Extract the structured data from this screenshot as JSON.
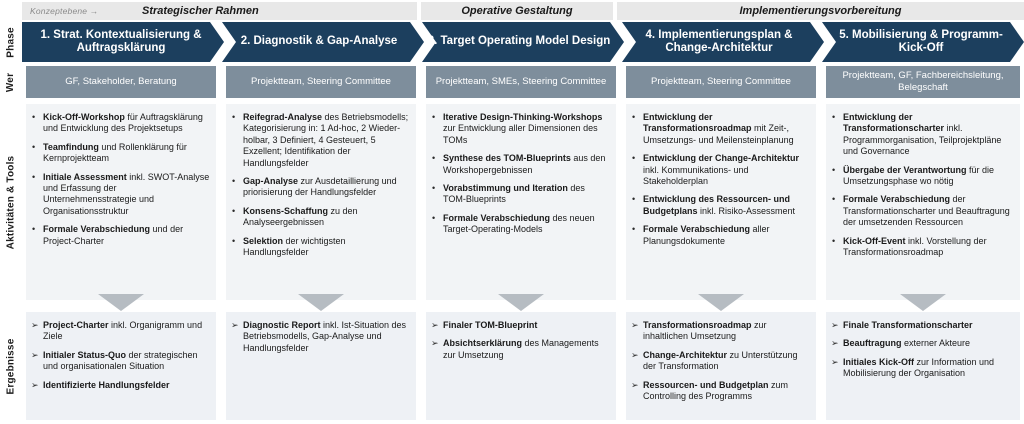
{
  "meta": {
    "konzeptebene_label": "Konzeptebene →",
    "colors": {
      "phase_navy": "#1c3f5e",
      "wer_gray": "#7e8e9c",
      "band_gray": "#e8e8e8",
      "activity_bg": "#f2f4f6",
      "result_bg": "#eef1f5",
      "arrow_gray": "#b6bcc2"
    }
  },
  "row_labels": [
    {
      "name": "phase",
      "label": "Phase"
    },
    {
      "name": "wer",
      "label": "Wer"
    },
    {
      "name": "aktivitaeten",
      "label": "Aktivitäten & Tools"
    },
    {
      "name": "ergebnisse",
      "label": "Ergebnisse"
    }
  ],
  "bands": [
    {
      "label": "Strategischer Rahmen"
    },
    {
      "label": "Operative Gestaltung"
    },
    {
      "label": "Implementierungsvorbereitung"
    }
  ],
  "phases": [
    {
      "title": "1. Strat. Kontextualisierung & Auftragsklärung",
      "wer": "GF, Stakeholder, Beratung",
      "activities": [
        {
          "bold": "Kick-Off-Workshop",
          "rest": " für Auftragsklärung und Entwicklung des Projektsetups"
        },
        {
          "bold": "Teamfindung",
          "rest": " und Rollenklärung für Kernprojektteam"
        },
        {
          "bold": "Initiale Assessment",
          "rest": "  inkl. SWOT-Analyse und Erfassung der Unternehmensstrategie und Organisationsstruktur"
        },
        {
          "bold": "Formale Verabschiedung",
          "rest": " und der Project-Charter"
        }
      ],
      "results": [
        {
          "bold": "Project-Charter",
          "rest": " inkl. Organigramm und Ziele"
        },
        {
          "bold": "Initialer Status-Quo",
          "rest": " der strategischen und organisationalen Situation"
        },
        {
          "bold": "Identifizierte Handlungsfelder",
          "rest": ""
        }
      ]
    },
    {
      "title": "2. Diagnostik & Gap-Analyse",
      "wer": "Projektteam, Steering Committee",
      "activities": [
        {
          "bold": "Reifegrad-Analyse",
          "rest": " des Betriebsmodells; Kategorisierung in: 1 Ad-hoc,  2 Wieder-holbar, 3 Definiert, 4 Gesteuert, 5 Exzellent; Identifikation der Handlungsfelder"
        },
        {
          "bold": "Gap-Analyse",
          "rest": " zur Ausdetaillierung und priorisierung der Handlungsfelder"
        },
        {
          "bold": "Konsens-Schaffung",
          "rest": " zu den Analyseergebnissen"
        },
        {
          "bold": "Selektion",
          "rest": " der wichtigsten Handlungsfelder"
        }
      ],
      "results": [
        {
          "bold": "Diagnostic Report",
          "rest": " inkl. Ist-Situation des Betriebsmodells, Gap-Analyse und Handlungsfelder"
        }
      ]
    },
    {
      "title": "3. Target Operating Model Design",
      "wer": "Projektteam, SMEs, Steering Committee",
      "activities": [
        {
          "bold": "Iterative Design-Thinking-Workshops",
          "rest": " zur Entwicklung aller Dimensionen des TOMs"
        },
        {
          "bold": "Synthese des TOM-Blueprints",
          "rest": " aus den Workshopergebnissen"
        },
        {
          "bold": "Vorabstimmung und Iteration",
          "rest": " des TOM-Blueprints"
        },
        {
          "bold": "Formale Verabschiedung",
          "rest": " des neuen Target-Operating-Models"
        }
      ],
      "results": [
        {
          "bold": "Finaler TOM-Blueprint",
          "rest": ""
        },
        {
          "bold": "Absichtserklärung",
          "rest": " des Managements zur Umsetzung"
        }
      ]
    },
    {
      "title": "4. Implementierungsplan & Change-Architektur",
      "wer": "Projektteam, Steering Committee",
      "activities": [
        {
          "bold": "Entwicklung der Transformationsroadmap",
          "rest": " mit Zeit-, Umsetzungs- und Meilensteinplanung"
        },
        {
          "bold": "Entwicklung der Change-Architektur",
          "rest": " inkl. Kommunikations- und Stakeholderplan"
        },
        {
          "bold": "Entwicklung des Ressourcen- und Budgetplans",
          "rest": " inkl. Risiko-Assessment"
        },
        {
          "bold": "Formale Verabschiedung",
          "rest": " aller Planungsdokumente"
        }
      ],
      "results": [
        {
          "bold": "Transformationsroadmap",
          "rest": " zur inhaltlichen Umsetzung"
        },
        {
          "bold": "Change-Architektur",
          "rest": " zu Unterstützung der Transformation"
        },
        {
          "bold": "Ressourcen- und Budgetplan",
          "rest": " zum Controlling des Programms"
        }
      ]
    },
    {
      "title": "5. Mobilisierung & Programm-Kick-Off",
      "wer": "Projektteam, GF, Fachbereichsleitung, Belegschaft",
      "activities": [
        {
          "bold": "Entwicklung der Transformationscharter",
          "rest": " inkl. Programmorganisation, Teilprojektpläne und Governance"
        },
        {
          "bold": "Übergabe der Verantwortung",
          "rest": " für die Umsetzungsphase wo nötig"
        },
        {
          "bold": "Formale Verabschiedung",
          "rest": " der Transformationscharter und Beauftragung der umsetzenden Ressourcen"
        },
        {
          "bold": "Kick-Off-Event",
          "rest": " inkl. Vorstellung der Transformationsroadmap"
        }
      ],
      "results": [
        {
          "bold": "Finale Transformationscharter",
          "rest": ""
        },
        {
          "bold": "Beauftragung",
          "rest": " externer Akteure"
        },
        {
          "bold": "Initiales Kick-Off",
          "rest": " zur Information und Mobilisierung der Organisation"
        }
      ]
    }
  ]
}
